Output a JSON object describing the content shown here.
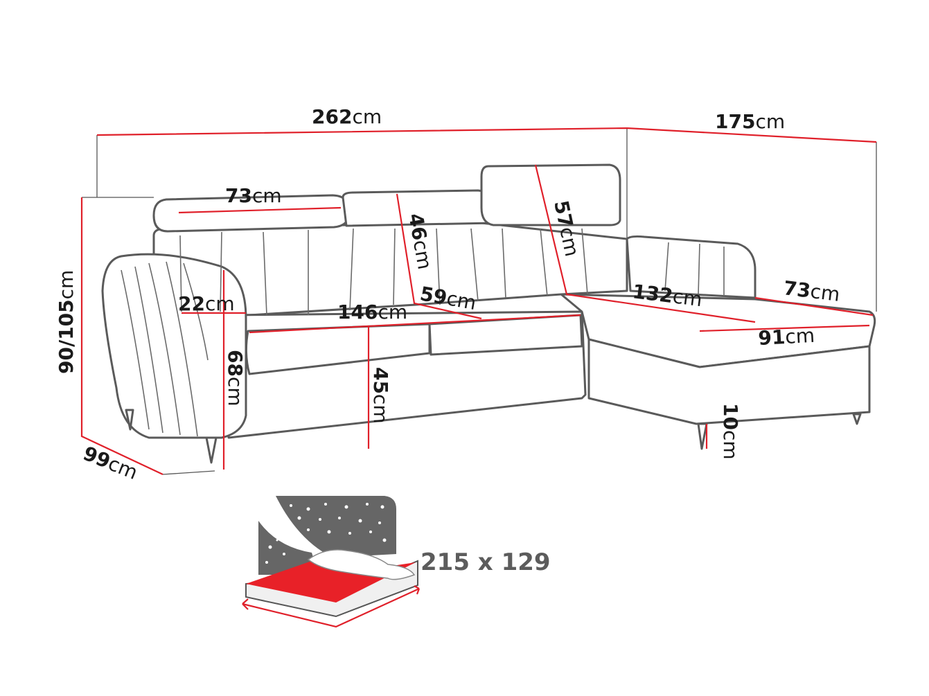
{
  "colors": {
    "dimension_line": "#e0202a",
    "outline": "#5a5a5a",
    "bed_background": "#666666",
    "mattress": "#e82128"
  },
  "unit": "cm",
  "dimensions": {
    "total_width": "262",
    "chaise_depth": "175",
    "height": "90/105",
    "depth": "99",
    "headrest_width": "73",
    "backrest_height_left": "46",
    "headrest_height": "57",
    "armrest_width": "22",
    "seat_width": "146",
    "seat_depth": "59",
    "chaise_length": "132",
    "chaise_armrest": "73",
    "chaise_width": "91",
    "armrest_height": "68",
    "seat_height": "45",
    "leg_height": "10"
  },
  "bed": {
    "icon": "bed-with-stars-icon",
    "size_label": "215 x 129"
  }
}
